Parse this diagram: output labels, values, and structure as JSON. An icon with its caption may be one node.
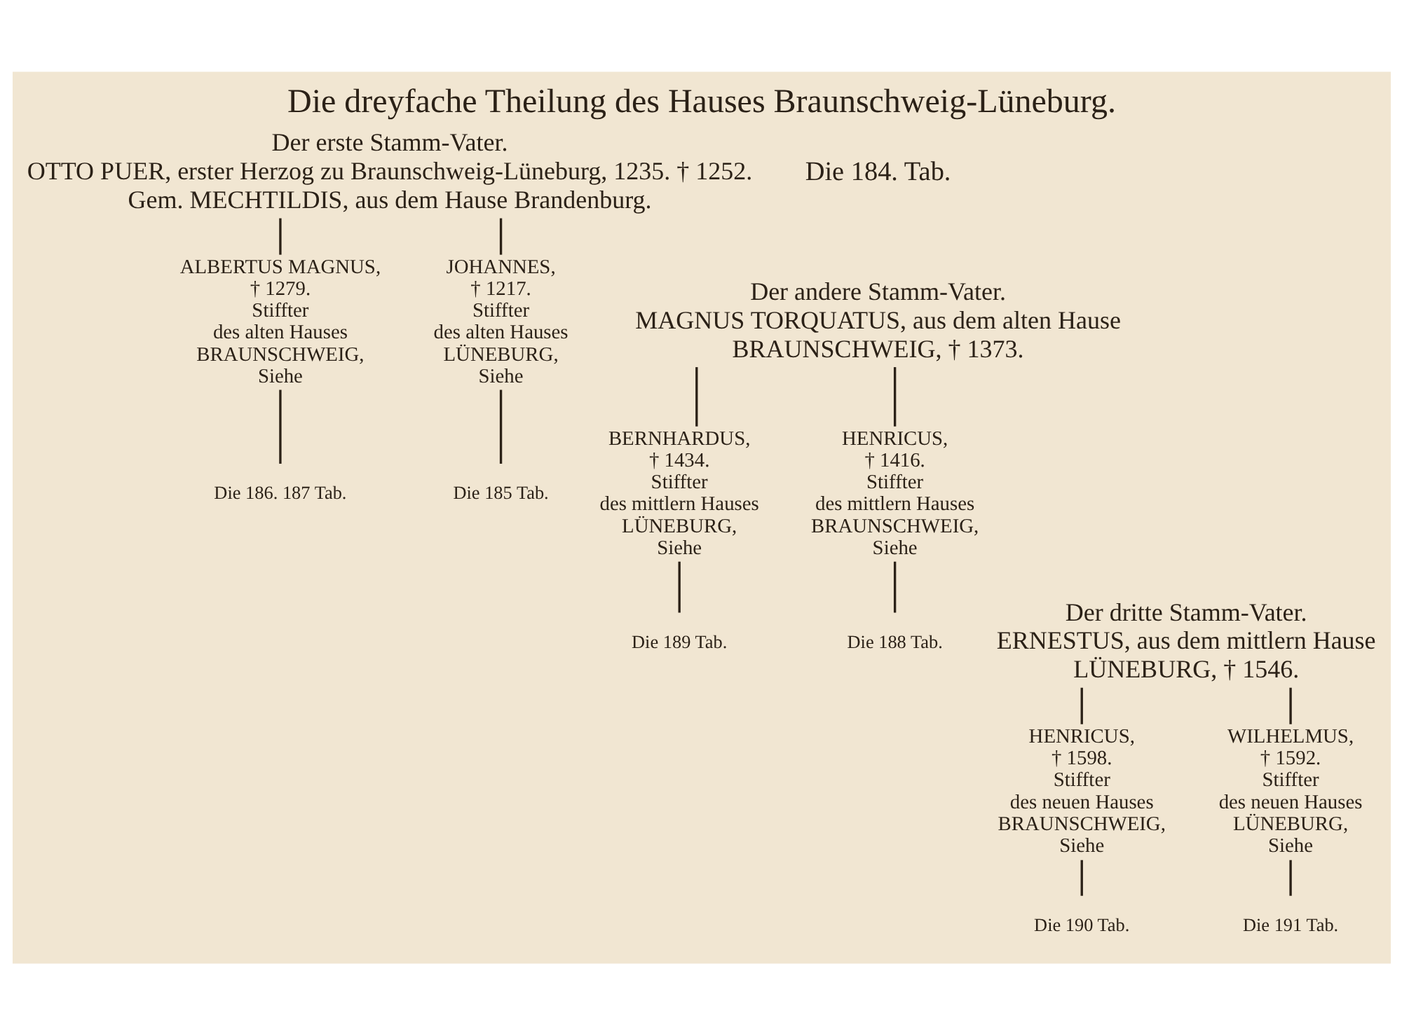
{
  "diagram": {
    "title": "Die dreyfache Theilung des Hauses Braunschweig-Lüneburg.",
    "nodes": [
      {
        "text": [
          "Der erste Stamm-Vater.",
          "OTTO PUER, erster Herzog zu Braunschweig-Lüneburg, 1235. † 1252.",
          "Gem. MECHTILDIS, aus dem Hause Brandenburg."
        ]
      },
      {
        "text": [
          "ALBERTUS MAGNUS,",
          "† 1279.",
          "Stiffter",
          "des alten Hauses",
          "BRAUNSCHWEIG,",
          "Siehe"
        ]
      },
      {
        "text": [
          "JOHANNES,",
          "† 1217.",
          "Stiffter",
          "des alten Hauses",
          "LÜNEBURG,",
          "Siehe"
        ]
      },
      {
        "text": [
          "Der andere Stamm-Vater.",
          "MAGNUS TORQUATUS, aus dem alten Hause BRAUNSCHWEIG, † 1373."
        ]
      },
      {
        "text": [
          "Die 186. 187 Tab."
        ]
      },
      {
        "text": [
          "Die 185 Tab."
        ]
      },
      {
        "text": [
          "BERNHARDUS,",
          "† 1434.",
          "Stiffter",
          "des mittlern Hauses",
          "LÜNEBURG,",
          "Siehe"
        ]
      },
      {
        "text": [
          "HENRICUS,",
          "† 1416.",
          "Stiffter",
          "des mittlern Hauses",
          "BRAUNSCHWEIG,",
          "Siehe"
        ]
      },
      {
        "text": [
          "Der dritte Stamm-Vater.",
          "ERNESTUS, aus dem mittlern Hause LÜNEBURG, † 1546."
        ]
      },
      {
        "text": [
          "Die 189 Tab."
        ]
      },
      {
        "text": [
          "Die 188 Tab."
        ]
      },
      {
        "text": [
          "HENRICUS,",
          "† 1598.",
          "Stiffter",
          "des neuen Hauses",
          "BRAUNSCHWEIG,",
          "Siehe"
        ]
      },
      {
        "text": [
          "WILHELMUS,",
          "† 1592.",
          "Stiffter",
          "des neuen Hauses",
          "LÜNEBURG,",
          "Siehe"
        ]
      },
      {
        "text": [
          "Die 190 Tab."
        ]
      },
      {
        "text": [
          "Die 191 Tab."
        ]
      }
    ],
    "edges": [
      {
        "from": 0,
        "to": 1,
        "arrow": "none"
      },
      {
        "from": 0,
        "to": 2,
        "arrow": "none"
      },
      {
        "from": 1,
        "to": 4,
        "arrow": "none"
      },
      {
        "from": 2,
        "to": 5,
        "arrow": "none"
      },
      {
        "from": 3,
        "to": 6,
        "arrow": "none"
      },
      {
        "from": 3,
        "to": 7,
        "arrow": "none"
      },
      {
        "from": 6,
        "to": 9,
        "arrow": "none"
      },
      {
        "from": 7,
        "to": 10,
        "arrow": "none"
      },
      {
        "from": 8,
        "to": 11,
        "arrow": "none"
      },
      {
        "from": 8,
        "to": 12,
        "arrow": "none"
      },
      {
        "from": 11,
        "to": 13,
        "arrow": "none"
      },
      {
        "from": 12,
        "to": 14,
        "arrow": "none"
      }
    ],
    "labels": [
      "Die 184. Tab."
    ]
  }
}
